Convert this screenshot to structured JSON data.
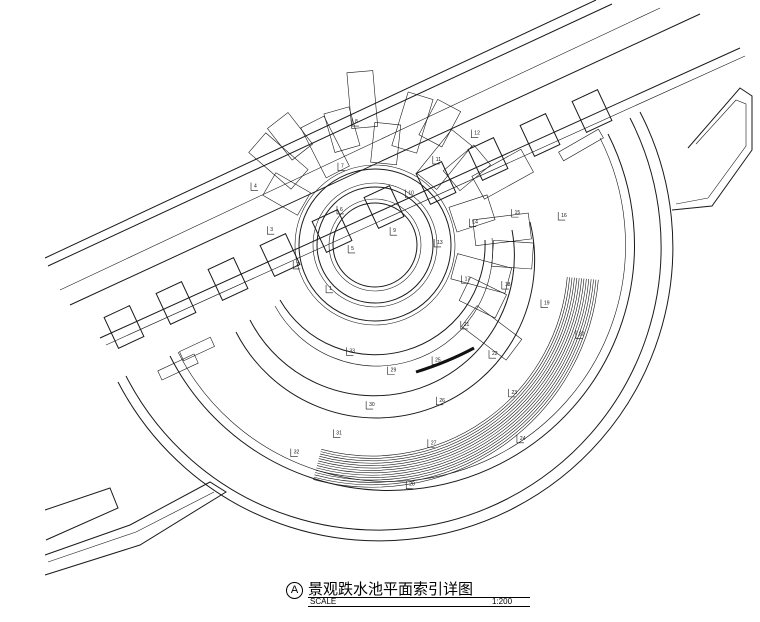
{
  "caption": {
    "mark": "A",
    "title": "景观跌水池平面索引详图",
    "scale_label": "SCALE",
    "scale_value": "1:200"
  },
  "index_labels": [
    "1",
    "2",
    "3",
    "4",
    "5",
    "6",
    "7",
    "8",
    "9",
    "10",
    "11",
    "12",
    "13",
    "14",
    "15",
    "16",
    "17",
    "18",
    "19",
    "20",
    "21",
    "22",
    "23",
    "24",
    "25",
    "26",
    "27",
    "28",
    "29",
    "30",
    "31",
    "32",
    "33"
  ]
}
